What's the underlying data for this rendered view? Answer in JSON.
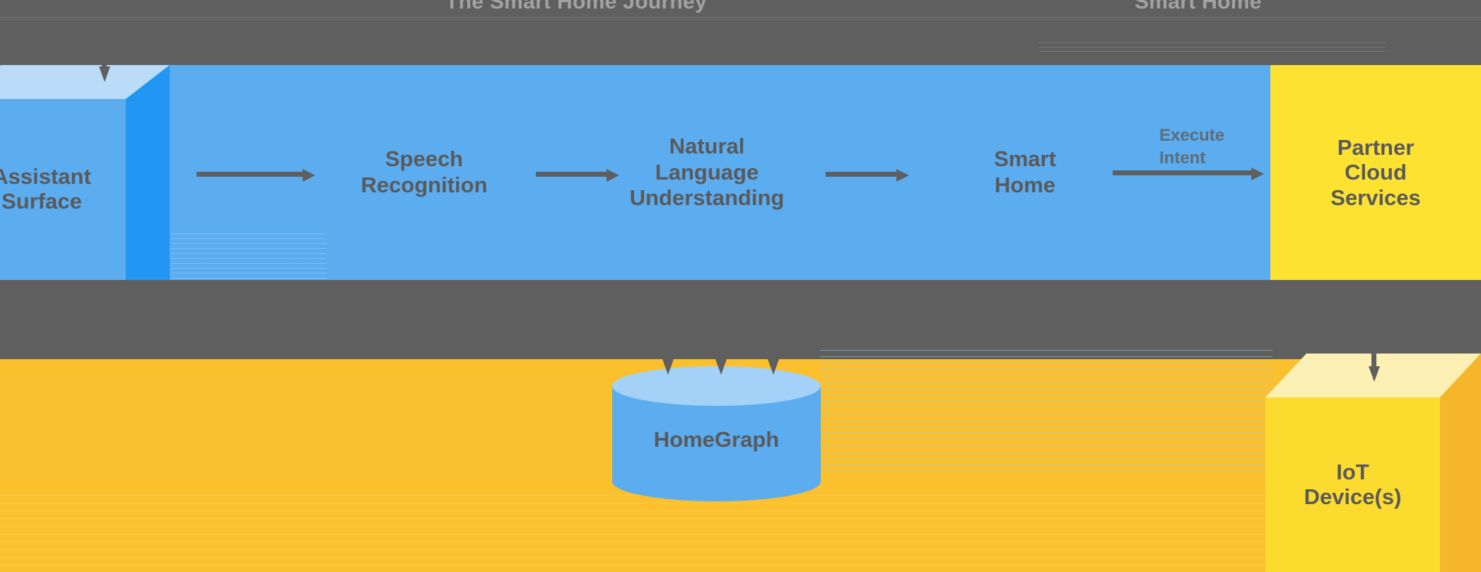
{
  "diagram": {
    "title_left_cutoff": "The Smart Home Journey",
    "title_right_cutoff": "Smart Home",
    "bands": {
      "background_color": "#5f5f5f",
      "blue_color": "#5cacf0",
      "orange_color": "#fac02e",
      "yellow_color": "#fde232",
      "text_color": "#5a5a5a"
    },
    "nodes": {
      "assistant_surface": "Assistant\nSurface",
      "speech_recognition": "Speech\nRecognition",
      "natural_language_understanding": "Natural\nLanguage\nUnderstanding",
      "smart_home": "Smart\nHome",
      "partner_cloud_services": "Partner\nCloud\nServices",
      "homegraph": "HomeGraph",
      "iot_devices": "IoT\nDevice(s)"
    },
    "arrow_captions": {
      "execute": "Execute",
      "intent": "Intent"
    }
  }
}
